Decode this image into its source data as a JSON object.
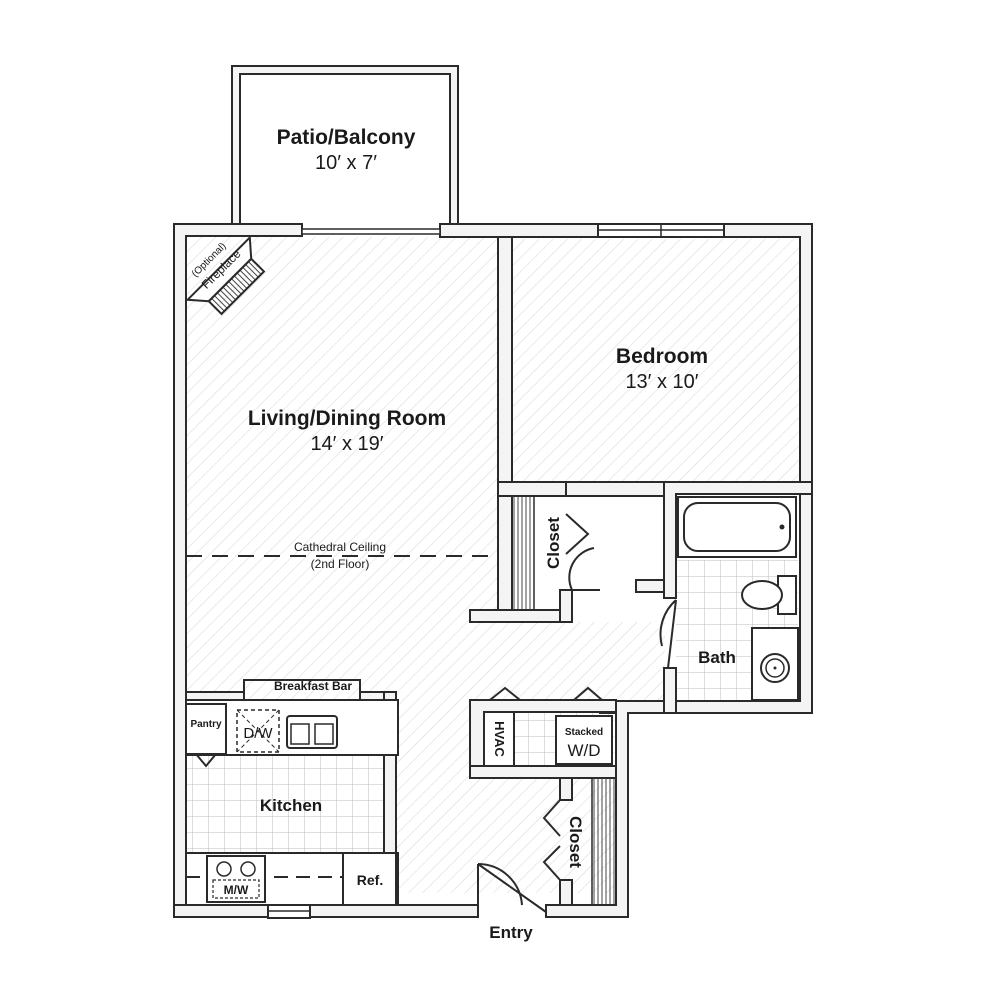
{
  "rooms": {
    "patio": {
      "name": "Patio/Balcony",
      "size": "10′ x 7′"
    },
    "living": {
      "name": "Living/Dining Room",
      "size": "14′ x 19′"
    },
    "bedroom": {
      "name": "Bedroom",
      "size": "13′ x 10′"
    },
    "kitchen": {
      "name": "Kitchen"
    },
    "bath": {
      "name": "Bath"
    }
  },
  "labels": {
    "cathedral_line1": "Cathedral Ceiling",
    "cathedral_line2": "(2nd Floor)",
    "fireplace_optional": "(Optional)",
    "fireplace": "Fireplace",
    "breakfast_bar": "Breakfast Bar",
    "pantry": "Pantry",
    "dishwasher": "D/W",
    "microwave": "M/W",
    "refrigerator": "Ref.",
    "hvac": "HVAC",
    "stacked_line1": "Stacked",
    "stacked_line2": "W/D",
    "closet_bedroom": "Closet",
    "closet_entry": "Closet",
    "entry": "Entry"
  },
  "colors": {
    "wall": "#2a2a2a",
    "floor_hatch": "#cfcfcf",
    "tile": "#bdbdbd",
    "background": "#ffffff"
  }
}
